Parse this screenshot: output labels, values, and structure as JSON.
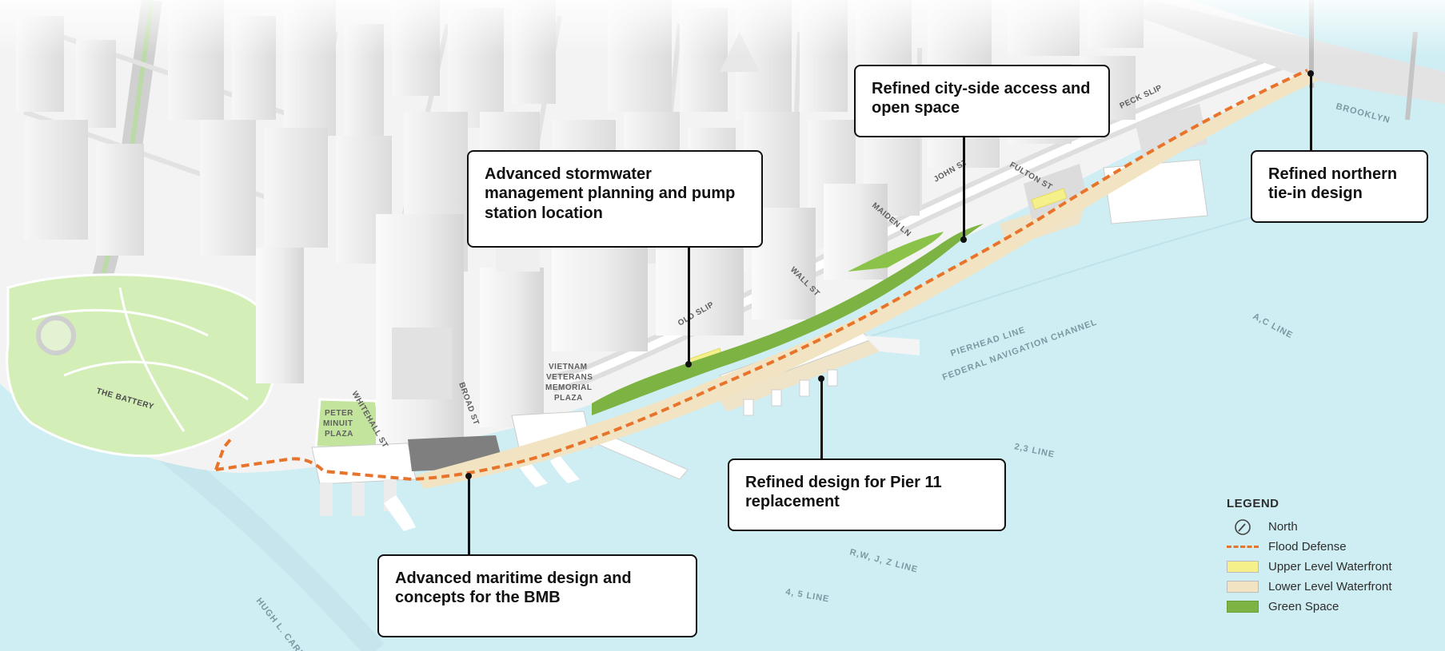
{
  "map": {
    "labels": {
      "battery": "THE BATTERY",
      "peter_minuit_1": "PETER",
      "peter_minuit_2": "MINUIT",
      "peter_minuit_3": "PLAZA",
      "whitehall": "WHITEHALL ST",
      "broad": "BROAD ST",
      "vietnam_1": "VIETNAM",
      "vietnam_2": "VETERANS",
      "vietnam_3": "MEMORIAL",
      "vietnam_4": "PLAZA",
      "old_slip": "OLD SLIP",
      "wall": "WALL ST",
      "maiden": "MAIDEN LN",
      "john": "JOHN ST",
      "fulton": "FULTON ST",
      "peck": "PECK SLIP",
      "brooklyn": "BROOKLYN",
      "hugh_carey": "HUGH L. CAREY T",
      "pierhead": "PIERHEAD LINE",
      "federal": "FEDERAL NAVIGATION CHANNEL",
      "ac_line": "A,C LINE",
      "line_23": "2,3 LINE",
      "line_rwjz": "R,W, J, Z LINE",
      "line_45": "4, 5 LINE"
    }
  },
  "callouts": {
    "city_side": "Refined city-side access and open space",
    "northern": "Refined northern tie-in design",
    "stormwater": "Advanced stormwater management planning and pump station location",
    "pier11": "Refined design for Pier 11 replacement",
    "maritime": "Advanced maritime design and concepts for the BMB"
  },
  "legend": {
    "title": "LEGEND",
    "items": [
      {
        "label": "North",
        "symbol": "compass-icon"
      },
      {
        "label": "Flood Defense",
        "symbol": "dashed-line",
        "color": "#e8742c"
      },
      {
        "label": "Upper Level Waterfront",
        "symbol": "swatch",
        "color": "#f6f08a"
      },
      {
        "label": "Lower Level Waterfront",
        "symbol": "swatch",
        "color": "#f2e4c2"
      },
      {
        "label": "Green Space",
        "symbol": "swatch",
        "color": "#7cb342"
      }
    ]
  },
  "colors": {
    "water": "#cfeef3",
    "land": "#f3f3f3",
    "building": "#ececec",
    "park": "#d3eeb6",
    "green": "#7cb342",
    "flood_defense": "#e8742c",
    "promenade": "#f2e4c2",
    "upper_waterfront": "#f6f08a"
  }
}
